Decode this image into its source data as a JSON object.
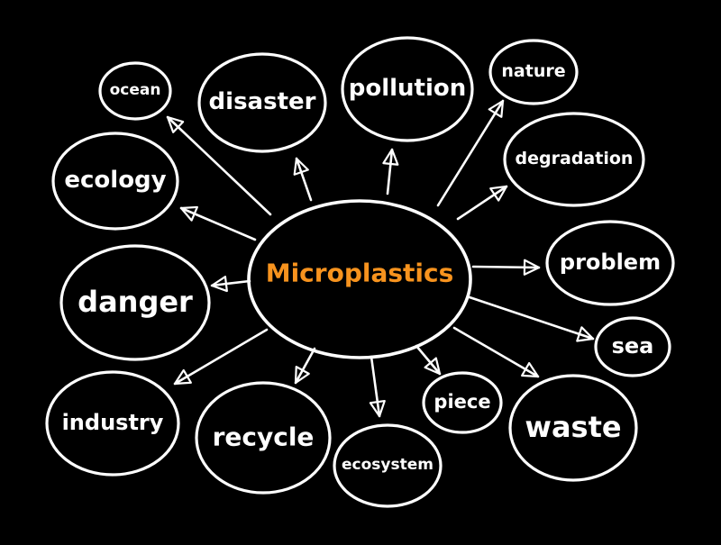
{
  "center": {
    "label": "Microplastics",
    "color": "#f7931e"
  },
  "nodes": [
    {
      "id": "ocean",
      "label": "ocean"
    },
    {
      "id": "disaster",
      "label": "disaster"
    },
    {
      "id": "pollution",
      "label": "pollution"
    },
    {
      "id": "nature",
      "label": "nature"
    },
    {
      "id": "ecology",
      "label": "ecology"
    },
    {
      "id": "degradation",
      "label": "degradation"
    },
    {
      "id": "problem",
      "label": "problem"
    },
    {
      "id": "danger",
      "label": "danger"
    },
    {
      "id": "sea",
      "label": "sea"
    },
    {
      "id": "industry",
      "label": "industry"
    },
    {
      "id": "recycle",
      "label": "recycle"
    },
    {
      "id": "piece",
      "label": "piece"
    },
    {
      "id": "waste",
      "label": "waste"
    },
    {
      "id": "ecosystem",
      "label": "ecosystem"
    }
  ],
  "colors": {
    "background": "#000000",
    "stroke": "#ffffff",
    "text": "#ffffff"
  }
}
